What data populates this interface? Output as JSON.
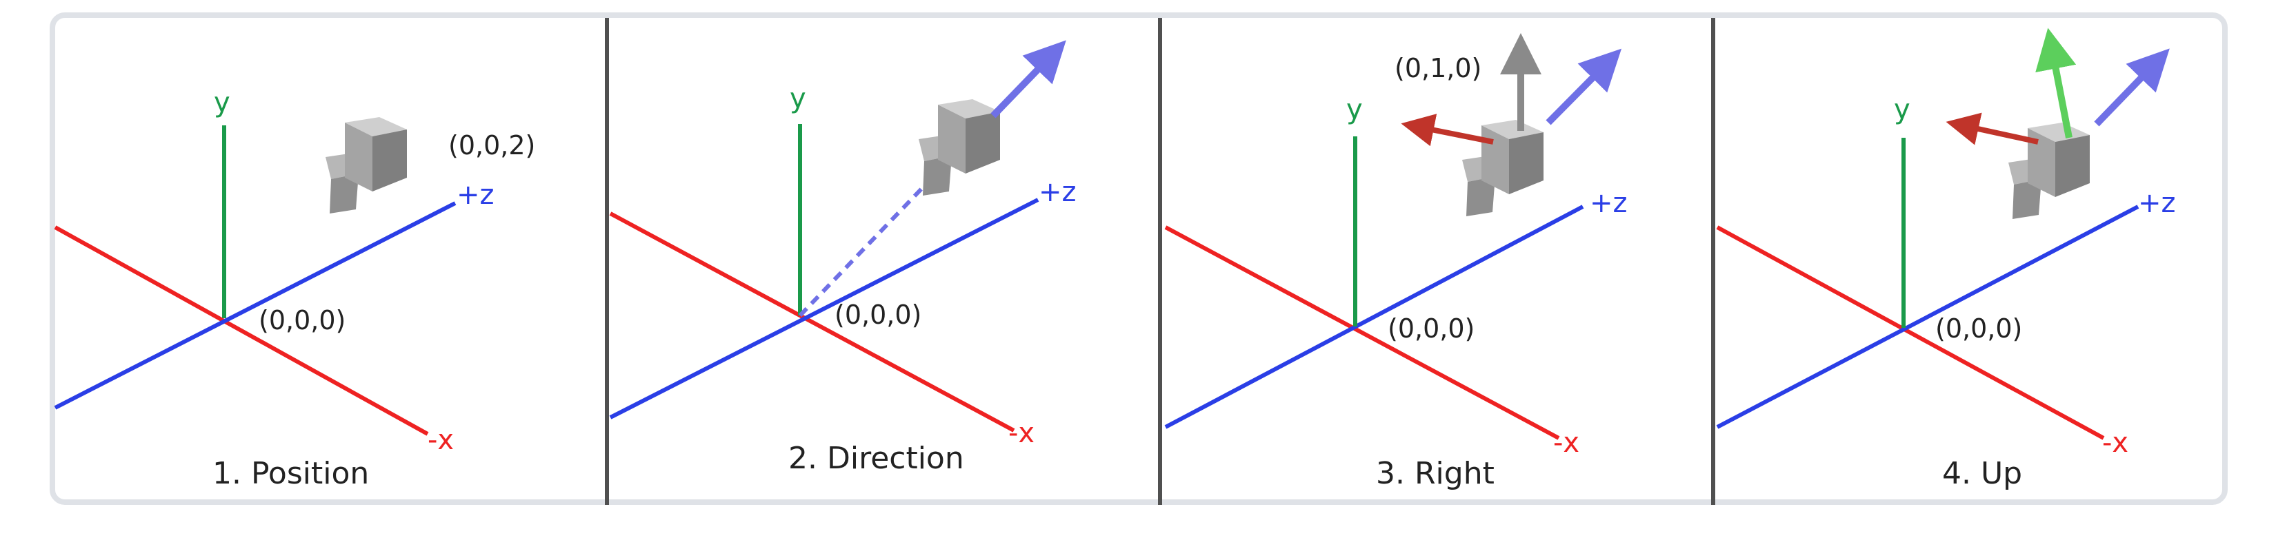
{
  "panels": [
    {
      "title": "1. Position",
      "labels": {
        "y": "y",
        "z": "+z",
        "x": "-x",
        "origin": "(0,0,0)",
        "object": "(0,0,2)"
      }
    },
    {
      "title": "2. Direction",
      "labels": {
        "y": "y",
        "z": "+z",
        "x": "-x",
        "origin": "(0,0,0)"
      }
    },
    {
      "title": "3. Right",
      "labels": {
        "y": "y",
        "z": "+z",
        "x": "-x",
        "origin": "(0,0,0)",
        "up_vector": "(0,1,0)"
      }
    },
    {
      "title": "4. Up",
      "labels": {
        "y": "y",
        "z": "+z",
        "x": "-x",
        "origin": "(0,0,0)"
      }
    }
  ],
  "colors": {
    "x_axis": "#ee2222",
    "y_axis": "#1a9a4a",
    "z_axis": "#2a3ee6",
    "direction_arrow": "#6f70e6",
    "right_arrow": "#c0342a",
    "world_up_arrow": "#8a8a8a",
    "camera_up_arrow": "#5ccf5c",
    "cube": "#9a9a9a",
    "divider": "#505050",
    "frame": "#dfe2e7"
  }
}
